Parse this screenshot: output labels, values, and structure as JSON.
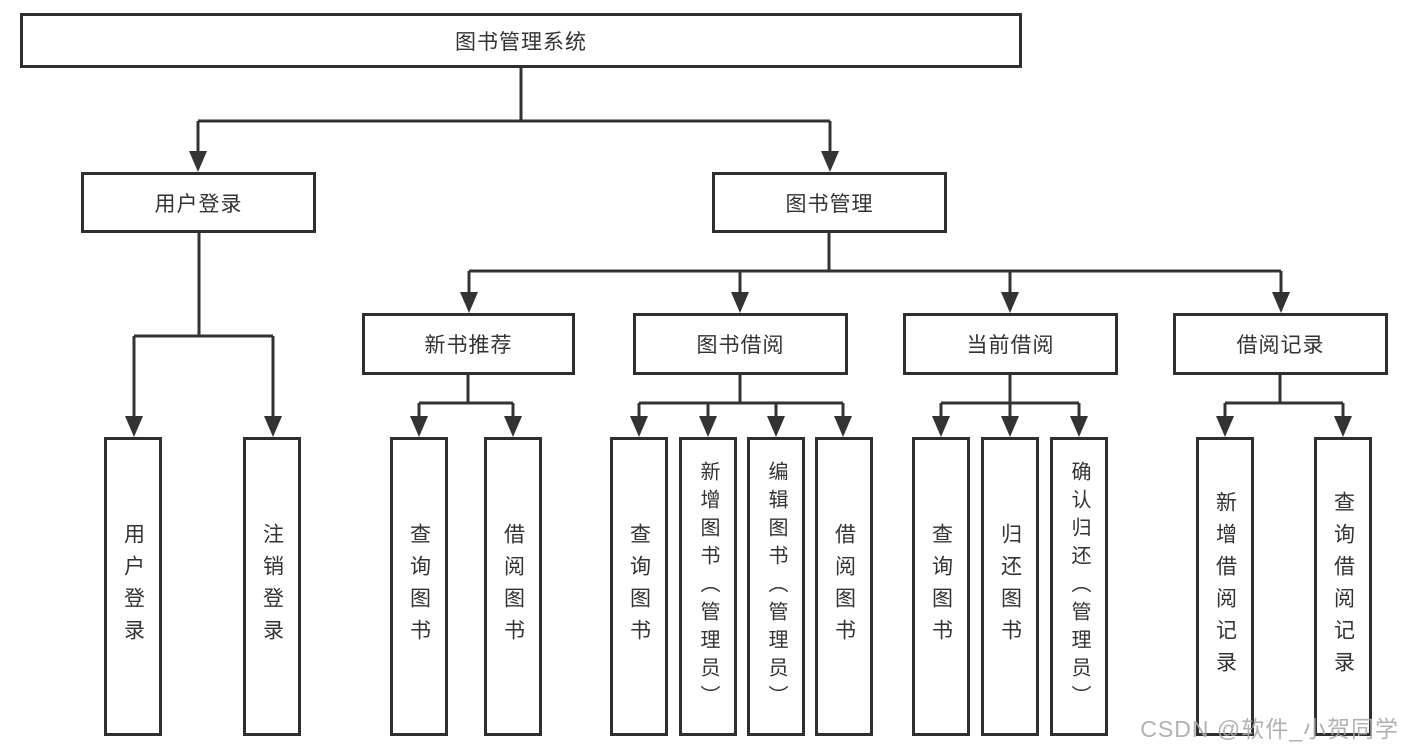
{
  "tree": {
    "root": {
      "label": "图书管理系统"
    },
    "branches": [
      {
        "label": "用户登录",
        "leaves": [
          "用户登录",
          "注销登录"
        ]
      },
      {
        "label": "图书管理",
        "sections": [
          {
            "label": "新书推荐",
            "leaves": [
              "查询图书",
              "借阅图书"
            ]
          },
          {
            "label": "图书借阅",
            "leaves": [
              "查询图书",
              "新增图书（管理员）",
              "编辑图书（管理员）",
              "借阅图书"
            ]
          },
          {
            "label": "当前借阅",
            "leaves": [
              "查询图书",
              "归还图书",
              "确认归还（管理员）"
            ]
          },
          {
            "label": "借阅记录",
            "leaves": [
              "新增借阅记录",
              "查询借阅记录"
            ]
          }
        ]
      }
    ]
  },
  "watermark": "CSDN @软件_小贺同学",
  "colors": {
    "line": "#333333",
    "box_border": "#2f2f2f",
    "text": "#333333",
    "background": "#ffffff",
    "watermark": "#aaaaaa"
  }
}
